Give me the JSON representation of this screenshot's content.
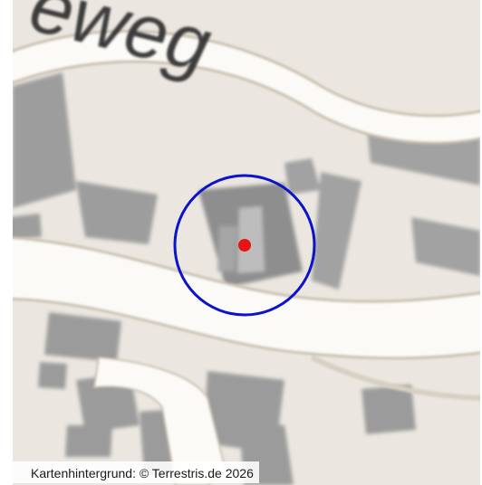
{
  "map": {
    "street_label": "eweg",
    "attribution": "Kartenhintergrund: © Terrestris.de 2026",
    "colors": {
      "background": "#ebe7e0",
      "road": "#fbfaf7",
      "road_edge": "#c9bfae",
      "building": "#9d9d9d",
      "building_dark": "#8a8a8a",
      "marker_ring": "#0b14c9",
      "marker_point": "#e81414",
      "label_text": "#2f2f2f"
    },
    "marker": {
      "ring": "location-accuracy-circle",
      "point": "location-point"
    }
  }
}
